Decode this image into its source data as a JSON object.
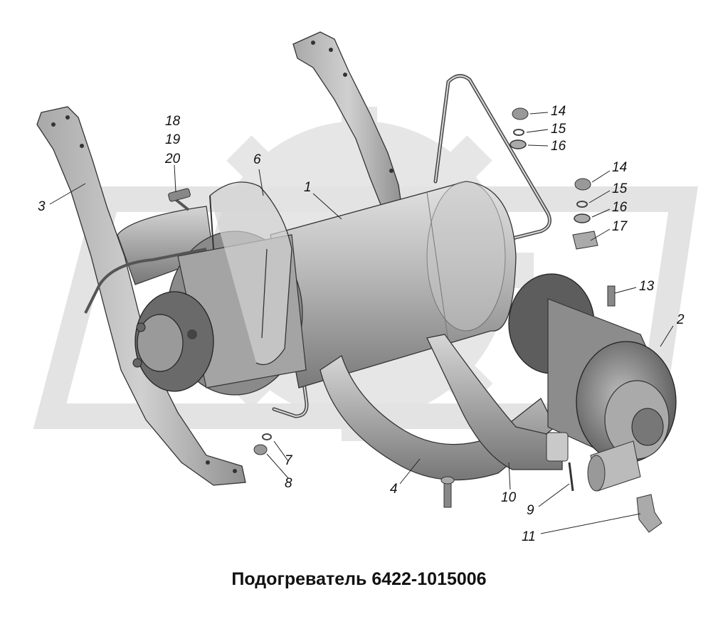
{
  "caption": "Подогреватель 6422-1015006",
  "callouts": {
    "c1": "1",
    "c2": "2",
    "c3": "3",
    "c4": "4",
    "c6": "6",
    "c7": "7",
    "c8": "8",
    "c9": "9",
    "c10": "10",
    "c11": "11",
    "c13": "13",
    "c14a": "14",
    "c15a": "15",
    "c16a": "16",
    "c14b": "14",
    "c15b": "15",
    "c16b": "16",
    "c17": "17",
    "c18": "18",
    "c19": "19",
    "c20": "20"
  },
  "colors": {
    "watermark": "#e3e3e3",
    "part_light": "#c4c4c4",
    "part_mid": "#9a9a9a",
    "part_dark": "#555555",
    "outline": "#2a2a2a"
  }
}
